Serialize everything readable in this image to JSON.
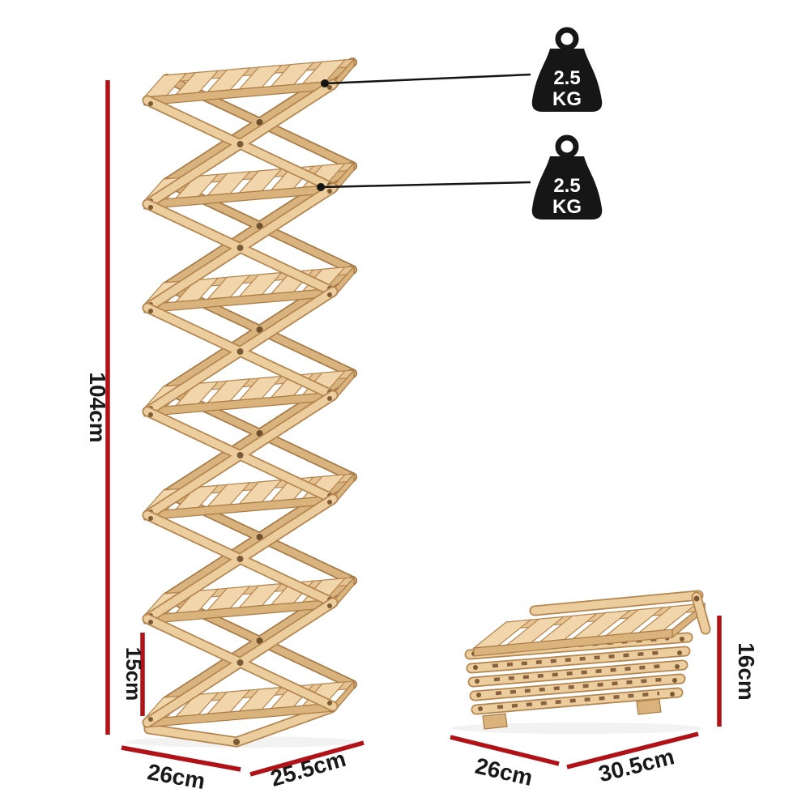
{
  "colors": {
    "dimension_red": "#b01217",
    "wood_light": "#f0d6aa",
    "wood_mid": "#e5c292",
    "wood_dark": "#b5854f",
    "weight_black": "#161616"
  },
  "tall_rack": {
    "shelf_count": 7,
    "height_label": "104cm",
    "tier_height_label": "15cm",
    "width_label": "26cm",
    "depth_label": "25.5cm"
  },
  "weights": [
    {
      "value": "2.5",
      "unit": "KG"
    },
    {
      "value": "2.5",
      "unit": "KG"
    }
  ],
  "folded_rack": {
    "height_label": "16cm",
    "width_label": "26cm",
    "depth_label": "30.5cm"
  }
}
